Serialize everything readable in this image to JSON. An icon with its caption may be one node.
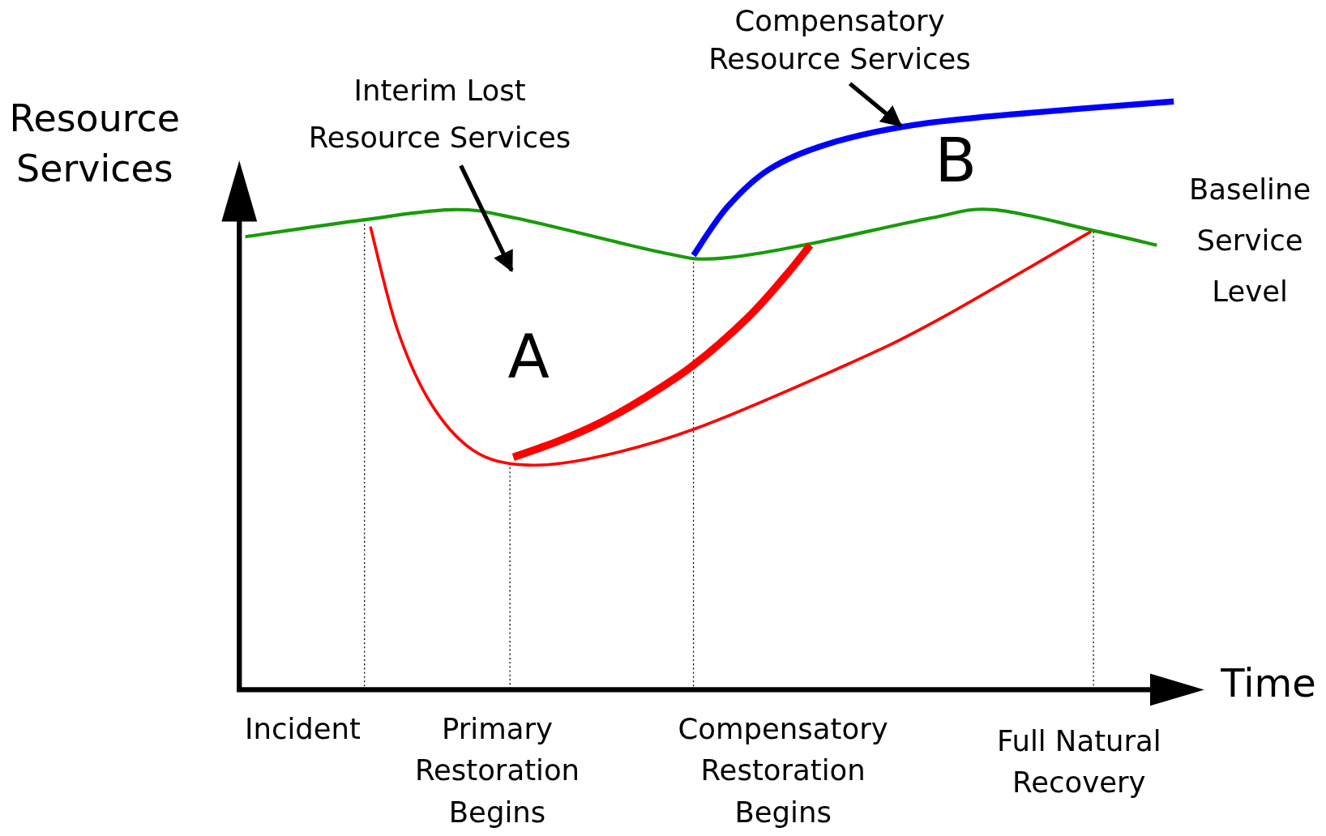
{
  "diagram": {
    "nodes": [
      {
        "text": [
          "Interim Lost Resource Services"
        ]
      },
      {
        "text": [
          "A"
        ]
      },
      {
        "text": [
          "Compensatory Resource Services"
        ]
      },
      {
        "text": [
          "B"
        ]
      }
    ],
    "edges": [
      {
        "from": 0,
        "to": 1,
        "arrow": "to"
      },
      {
        "from": 2,
        "to": 3,
        "arrow": "to"
      }
    ],
    "labels": [
      "Resource Services",
      "Baseline Service Level",
      "Time",
      "Incident",
      "Primary Restoration Begins",
      "Compensatory Restoration Begins",
      "Full Natural Recovery"
    ]
  }
}
